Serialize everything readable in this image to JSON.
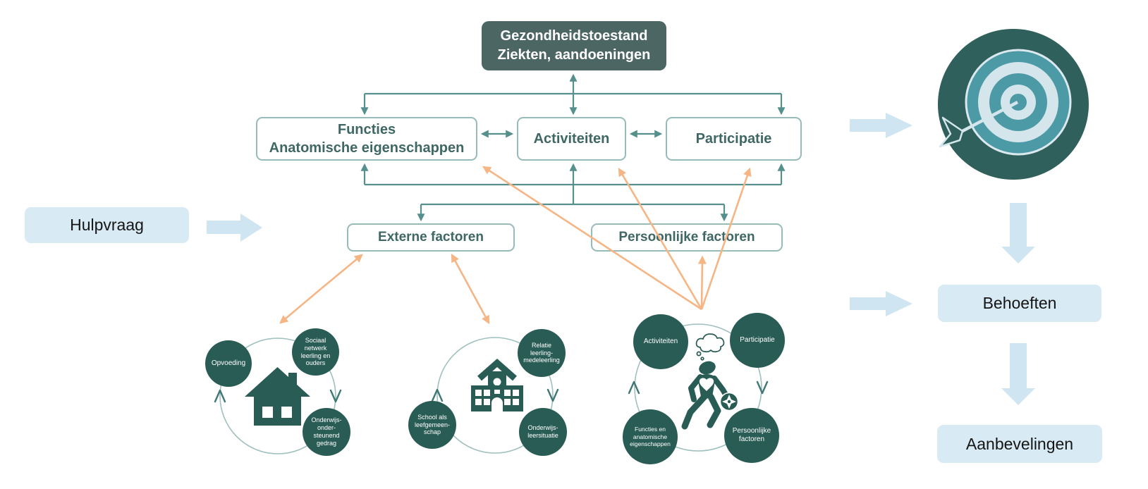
{
  "top_box": {
    "label": "Gezondheidstoestand\nZiekten, aandoeningen"
  },
  "icf": {
    "functies": "Functies\nAnatomische eigenschappen",
    "activiteiten": "Activiteiten",
    "participatie": "Participatie",
    "externe": "Externe factoren",
    "persoonlijke": "Persoonlijke factoren"
  },
  "flow": {
    "hulpvraag": "Hulpvraag",
    "behoeften": "Behoeften",
    "aanbevelingen": "Aanbevelingen"
  },
  "clusters": {
    "home": {
      "icon": "house-icon",
      "circles": [
        {
          "id": "opvoeding",
          "label": "Opvoeding"
        },
        {
          "id": "sociaal-netwerk",
          "label": "Sociaal\nnetwerk\nleerling en\nouders"
        },
        {
          "id": "onderwijsondersteunend-gedrag",
          "label": "Onderwijs-\nonder-\nsteunend\ngedrag"
        }
      ]
    },
    "school": {
      "icon": "school-icon",
      "circles": [
        {
          "id": "relatie-leerling-medeleerling",
          "label": "Relatie\nleerling-\nmedeleerling"
        },
        {
          "id": "onderwijs-leersituatie",
          "label": "Onderwijs-\nleersituatie"
        },
        {
          "id": "school-als-leefgemeenschap",
          "label": "School als\nleefgemeen-\nschap"
        }
      ]
    },
    "person": {
      "icon": "person-icon",
      "circles": [
        {
          "id": "activiteiten",
          "label": "Activiteiten"
        },
        {
          "id": "participatie",
          "label": "Participatie"
        },
        {
          "id": "functies-anatomische",
          "label": "Functies en\nanatomische\neigenschappen"
        },
        {
          "id": "persoonlijke-factoren",
          "label": "Persoonlijke\nfactoren"
        }
      ]
    }
  },
  "colors": {
    "dark_teal": "#2a5c56",
    "top_box_bg": "#4c6663",
    "box_border": "#96bbb8",
    "box_text": "#3f6865",
    "arrow_teal": "#55908d",
    "arrow_orange": "#f5b585",
    "flow_blue_box": "#d8eaf4",
    "flow_blue_arrow": "#cfe5f1",
    "target_outer": "#2f605c",
    "target_ring_teal": "#4b9aa6",
    "target_ring_pale": "#d4e5ec"
  }
}
